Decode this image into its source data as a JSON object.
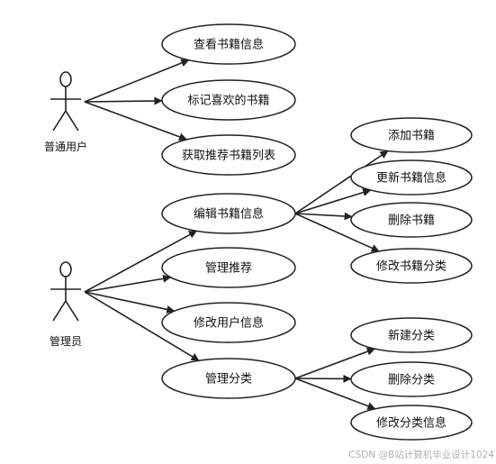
{
  "diagram": {
    "type": "use-case",
    "colors": {
      "stroke": "#222222",
      "ellipse_fill": "#ffffff",
      "text": "#111111",
      "watermark": "#b0b0b0"
    },
    "actors": [
      {
        "id": "user",
        "label": "普通用户"
      },
      {
        "id": "admin",
        "label": "管理员"
      }
    ],
    "use_cases": [
      {
        "id": "view",
        "label": "查看书籍信息"
      },
      {
        "id": "mark",
        "label": "标记喜欢的书籍"
      },
      {
        "id": "rec_list",
        "label": "获取推荐书籍列表"
      },
      {
        "id": "edit",
        "label": "编辑书籍信息"
      },
      {
        "id": "rec_mgmt",
        "label": "管理推荐"
      },
      {
        "id": "user_edit",
        "label": "修改用户信息"
      },
      {
        "id": "cat_mgmt",
        "label": "管理分类"
      },
      {
        "id": "add_book",
        "label": "添加书籍"
      },
      {
        "id": "upd_book",
        "label": "更新书籍信息"
      },
      {
        "id": "del_book",
        "label": "删除书籍"
      },
      {
        "id": "mod_book_cat",
        "label": "修改书籍分类"
      },
      {
        "id": "new_cat",
        "label": "新建分类"
      },
      {
        "id": "del_cat",
        "label": "删除分类"
      },
      {
        "id": "mod_cat",
        "label": "修改分类信息"
      }
    ],
    "associations": [
      [
        "user",
        "view"
      ],
      [
        "user",
        "mark"
      ],
      [
        "user",
        "rec_list"
      ],
      [
        "admin",
        "edit"
      ],
      [
        "admin",
        "rec_mgmt"
      ],
      [
        "admin",
        "user_edit"
      ],
      [
        "admin",
        "cat_mgmt"
      ],
      [
        "edit",
        "add_book"
      ],
      [
        "edit",
        "upd_book"
      ],
      [
        "edit",
        "del_book"
      ],
      [
        "edit",
        "mod_book_cat"
      ],
      [
        "cat_mgmt",
        "new_cat"
      ],
      [
        "cat_mgmt",
        "del_cat"
      ],
      [
        "cat_mgmt",
        "mod_cat"
      ]
    ]
  },
  "watermark": "CSDN @B站计算机毕业设计1024"
}
